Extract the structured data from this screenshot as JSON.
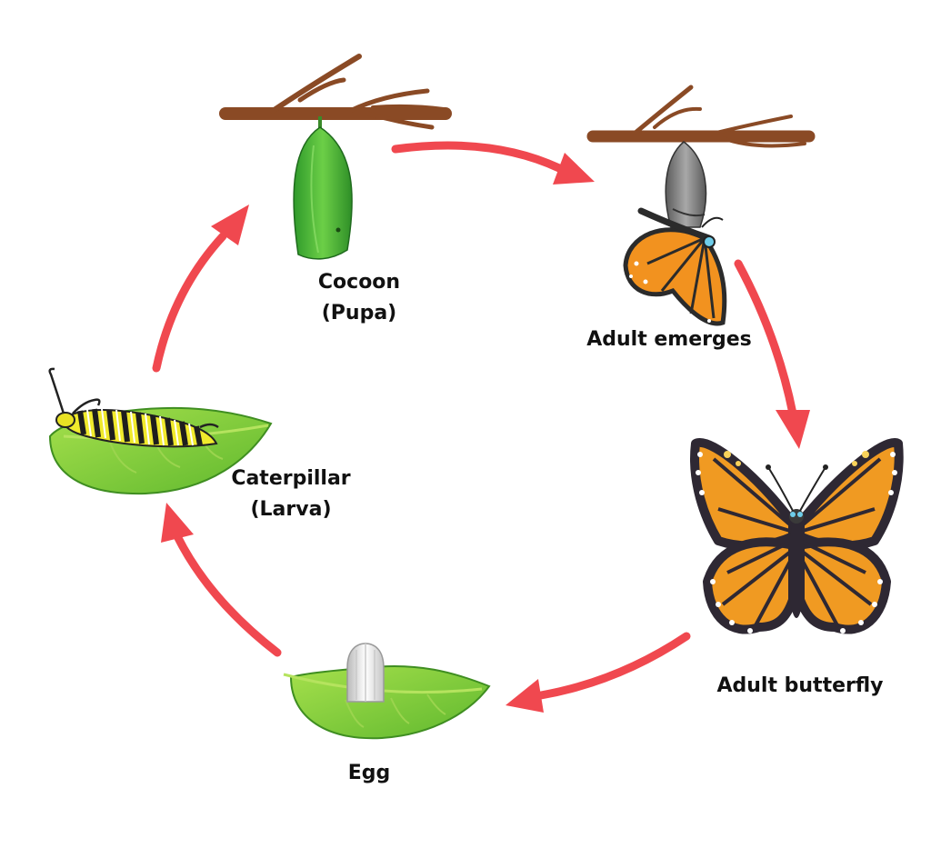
{
  "diagram": {
    "arrow_color": "#f0484f",
    "stages": {
      "cocoon": {
        "line1": "Cocoon",
        "line2": "(Pupa)"
      },
      "emerges": {
        "line1": "Adult emerges"
      },
      "butterfly": {
        "line1": "Adult butterfly"
      },
      "egg": {
        "line1": "Egg"
      },
      "caterpillar": {
        "line1": "Caterpillar",
        "line2": "(Larva)"
      }
    }
  }
}
